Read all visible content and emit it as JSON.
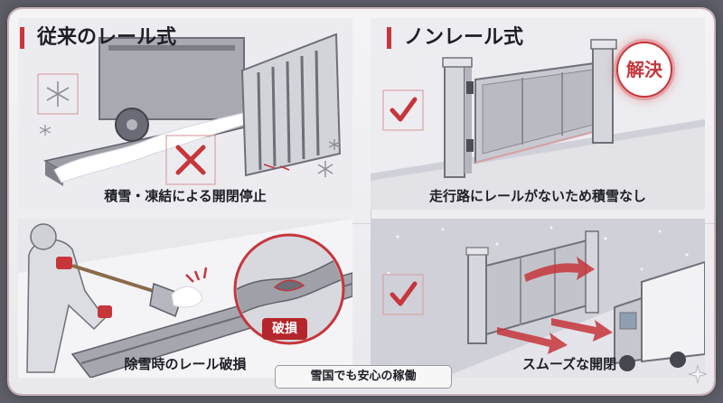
{
  "left_section": {
    "title": "従来のレール式",
    "top_caption": "積雪・凍結による開閉停止",
    "bottom_caption": "除雪時のレール破損",
    "damage_label": "破損"
  },
  "right_section": {
    "title": "ノンレール式",
    "badge": "解決",
    "top_caption": "走行路にレールがないため積雪なし",
    "bottom_caption": "スムーズな開閉"
  },
  "banner": "雪国でも安心の稼働",
  "colors": {
    "accent_red": "#c6363b",
    "dark_text": "#1e1f26",
    "steel_gray": "#9a9ba3"
  },
  "icons": [
    "snowflake-icon",
    "x-mark-icon",
    "check-mark-icon",
    "sparkle-icon"
  ]
}
